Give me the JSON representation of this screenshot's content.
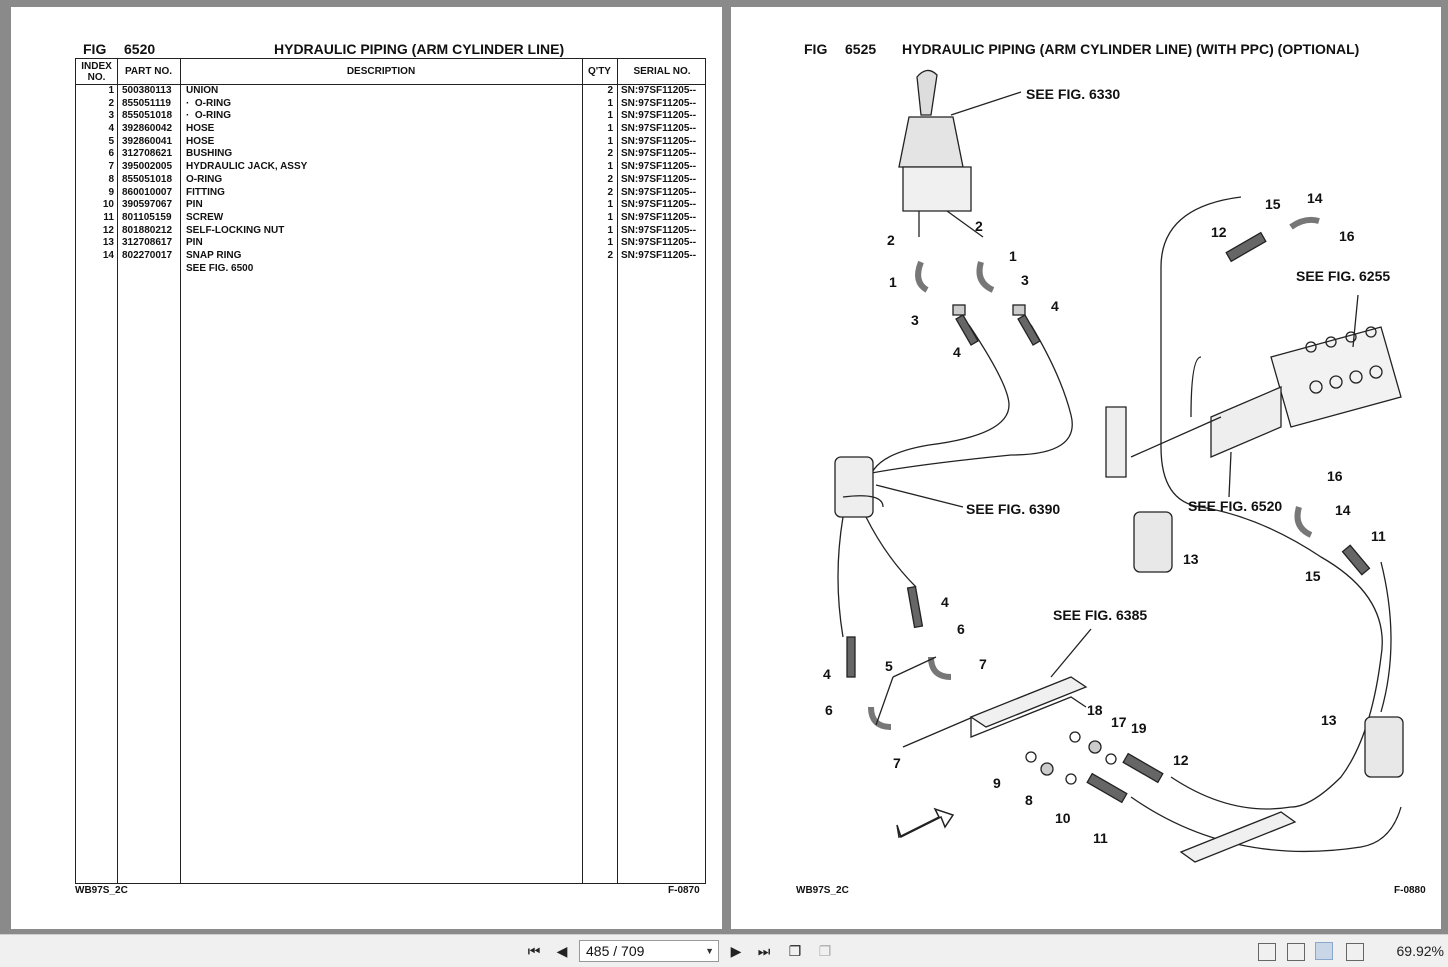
{
  "left_page": {
    "fig_label": "FIG",
    "fig_number": "6520",
    "title": "HYDRAULIC PIPING (ARM CYLINDER LINE)",
    "headers": {
      "index": "INDEX NO.",
      "part": "PART NO.",
      "desc": "DESCRIPTION",
      "qty": "Q'TY",
      "serial": "SERIAL NO."
    },
    "rows": [
      {
        "idx": "1",
        "part": "500380113",
        "desc": "UNION",
        "qty": "2",
        "sn": "SN:97SF11205--"
      },
      {
        "idx": "2",
        "part": "855051119",
        "desc": "·  O-RING",
        "qty": "1",
        "sn": "SN:97SF11205--"
      },
      {
        "idx": "3",
        "part": "855051018",
        "desc": "·  O-RING",
        "qty": "1",
        "sn": "SN:97SF11205--"
      },
      {
        "idx": "4",
        "part": "392860042",
        "desc": "HOSE",
        "qty": "1",
        "sn": "SN:97SF11205--"
      },
      {
        "idx": "5",
        "part": "392860041",
        "desc": "HOSE",
        "qty": "1",
        "sn": "SN:97SF11205--"
      },
      {
        "idx": "6",
        "part": "312708621",
        "desc": "BUSHING",
        "qty": "2",
        "sn": "SN:97SF11205--"
      },
      {
        "idx": "7",
        "part": "395002005",
        "desc": "HYDRAULIC JACK, ASSY",
        "qty": "1",
        "sn": "SN:97SF11205--"
      },
      {
        "idx": "8",
        "part": "855051018",
        "desc": "O-RING",
        "qty": "2",
        "sn": "SN:97SF11205--"
      },
      {
        "idx": "9",
        "part": "860010007",
        "desc": "FITTING",
        "qty": "2",
        "sn": "SN:97SF11205--"
      },
      {
        "idx": "10",
        "part": "390597067",
        "desc": "PIN",
        "qty": "1",
        "sn": "SN:97SF11205--"
      },
      {
        "idx": "11",
        "part": "801105159",
        "desc": "SCREW",
        "qty": "1",
        "sn": "SN:97SF11205--"
      },
      {
        "idx": "12",
        "part": "801880212",
        "desc": "SELF-LOCKING NUT",
        "qty": "1",
        "sn": "SN:97SF11205--"
      },
      {
        "idx": "13",
        "part": "312708617",
        "desc": "PIN",
        "qty": "1",
        "sn": "SN:97SF11205--"
      },
      {
        "idx": "14",
        "part": "802270017",
        "desc": "SNAP RING",
        "qty": "2",
        "sn": "SN:97SF11205--"
      },
      {
        "idx": "",
        "part": "",
        "desc": "SEE FIG. 6500",
        "qty": "",
        "sn": ""
      }
    ],
    "footer_left": "WB97S_2C",
    "footer_right": "F-0870"
  },
  "right_page": {
    "fig_label": "FIG",
    "fig_number": "6525",
    "title": "HYDRAULIC PIPING (ARM CYLINDER LINE) (WITH PPC) (OPTIONAL)",
    "see_refs": [
      "SEE FIG. 6330",
      "SEE FIG. 6255",
      "SEE FIG. 6390",
      "SEE FIG. 6520",
      "SEE FIG. 6385"
    ],
    "callouts": [
      "1",
      "2",
      "3",
      "4",
      "2",
      "1",
      "3",
      "4",
      "12",
      "15",
      "14",
      "16",
      "16",
      "14",
      "15",
      "11",
      "13",
      "13",
      "4",
      "6",
      "5",
      "7",
      "4",
      "6",
      "7",
      "18",
      "17",
      "19",
      "12",
      "9",
      "8",
      "10",
      "11"
    ],
    "footer_left": "WB97S_2C",
    "footer_right": "F-0880"
  },
  "toolbar": {
    "page_current": "485",
    "page_total": "709",
    "page_display": "485 / 709",
    "zoom": "69.92%"
  }
}
